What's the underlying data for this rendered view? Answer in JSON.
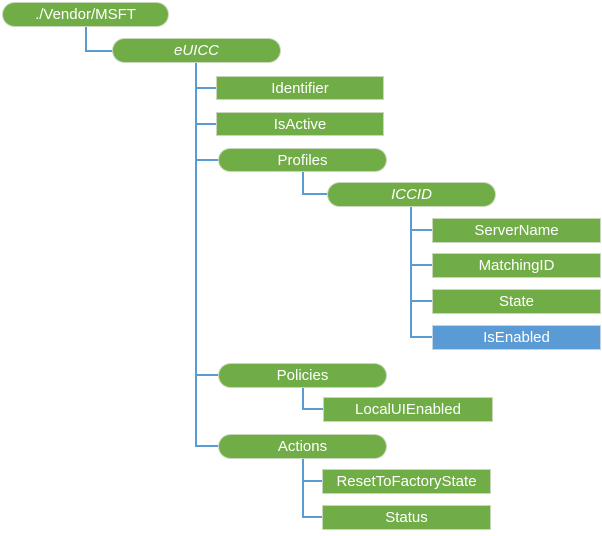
{
  "diagram": {
    "type": "tree",
    "background": "#FFFFFF",
    "colors": {
      "node_fill_green": "#70AD47",
      "node_fill_blue": "#5B9BD5",
      "connector": "#5B9BD5",
      "node_text": "#FFFFFF"
    },
    "nodes": {
      "vendor_msft": {
        "label": "./Vendor/MSFT",
        "shape": "pill",
        "fill": "green",
        "italic": false,
        "parent": null
      },
      "euicc": {
        "label": "eUICC",
        "shape": "pill",
        "fill": "green",
        "italic": true,
        "parent": "vendor_msft"
      },
      "identifier": {
        "label": "Identifier",
        "shape": "rect",
        "fill": "green",
        "italic": false,
        "parent": "euicc"
      },
      "isactive": {
        "label": "IsActive",
        "shape": "rect",
        "fill": "green",
        "italic": false,
        "parent": "euicc"
      },
      "profiles": {
        "label": "Profiles",
        "shape": "pill",
        "fill": "green",
        "italic": false,
        "parent": "euicc"
      },
      "iccid": {
        "label": "ICCID",
        "shape": "pill",
        "fill": "green",
        "italic": true,
        "parent": "profiles"
      },
      "servername": {
        "label": "ServerName",
        "shape": "rect",
        "fill": "green",
        "italic": false,
        "parent": "iccid"
      },
      "matchingid": {
        "label": "MatchingID",
        "shape": "rect",
        "fill": "green",
        "italic": false,
        "parent": "iccid"
      },
      "state": {
        "label": "State",
        "shape": "rect",
        "fill": "green",
        "italic": false,
        "parent": "iccid"
      },
      "isenabled": {
        "label": "IsEnabled",
        "shape": "rect",
        "fill": "blue",
        "italic": false,
        "parent": "iccid"
      },
      "policies": {
        "label": "Policies",
        "shape": "pill",
        "fill": "green",
        "italic": false,
        "parent": "euicc"
      },
      "localuienabled": {
        "label": "LocalUIEnabled",
        "shape": "rect",
        "fill": "green",
        "italic": false,
        "parent": "policies"
      },
      "actions": {
        "label": "Actions",
        "shape": "pill",
        "fill": "green",
        "italic": false,
        "parent": "euicc"
      },
      "resettofactorystate": {
        "label": "ResetToFactoryState",
        "shape": "rect",
        "fill": "green",
        "italic": false,
        "parent": "actions"
      },
      "status": {
        "label": "Status",
        "shape": "rect",
        "fill": "green",
        "italic": false,
        "parent": "actions"
      }
    }
  }
}
